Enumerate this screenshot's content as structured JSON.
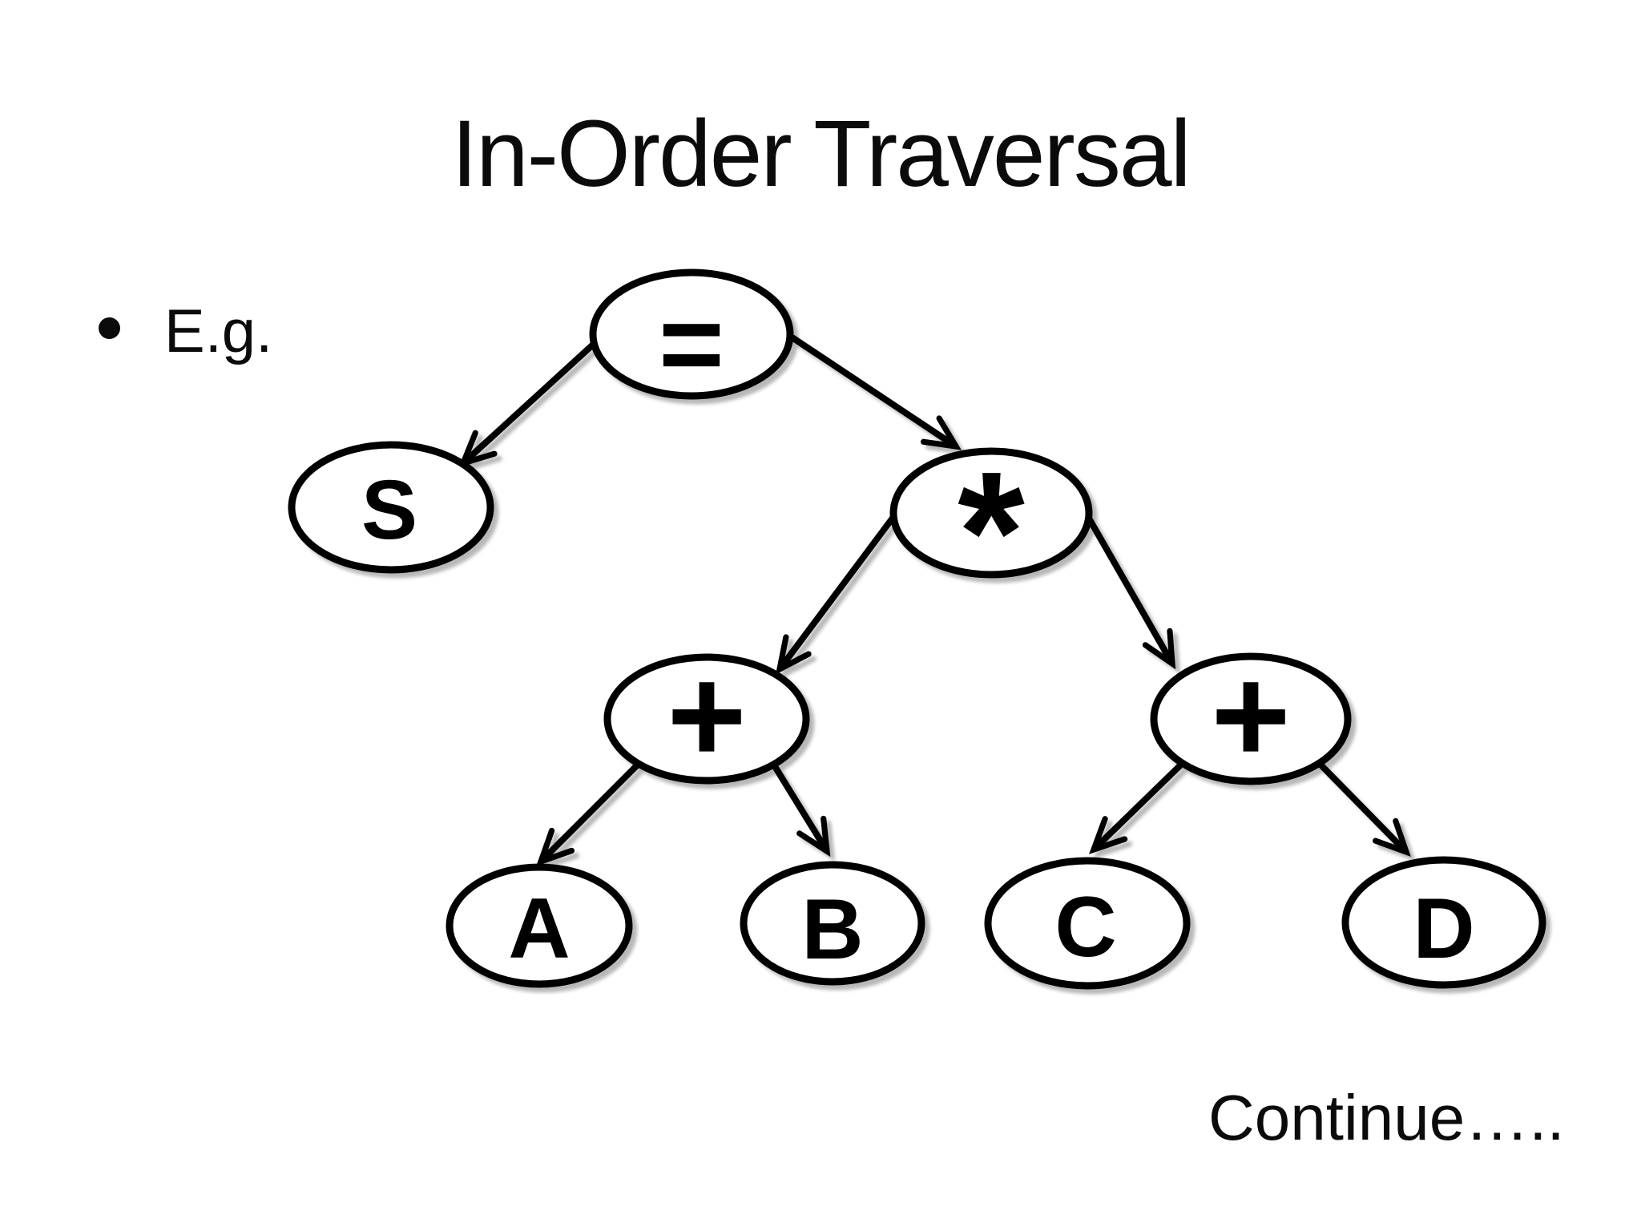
{
  "slide": {
    "title": "In-Order Traversal",
    "bullet": {
      "marker": "•",
      "text": "E.g."
    },
    "footer": {
      "continue_label": "Continue….."
    },
    "colors": {
      "ink": "#000000",
      "background": "#ffffff"
    }
  },
  "diagram": {
    "type": "expression-tree",
    "nodes": [
      {
        "id": "eq",
        "label": "=",
        "parent": null,
        "side": "root"
      },
      {
        "id": "s",
        "label": "S",
        "parent": "eq",
        "side": "left"
      },
      {
        "id": "mul",
        "label": "*",
        "parent": "eq",
        "side": "right"
      },
      {
        "id": "plusL",
        "label": "+",
        "parent": "mul",
        "side": "left"
      },
      {
        "id": "plusR",
        "label": "+",
        "parent": "mul",
        "side": "right"
      },
      {
        "id": "a",
        "label": "A",
        "parent": "plusL",
        "side": "left"
      },
      {
        "id": "b",
        "label": "B",
        "parent": "plusL",
        "side": "right"
      },
      {
        "id": "c",
        "label": "C",
        "parent": "plusR",
        "side": "left"
      },
      {
        "id": "d",
        "label": "D",
        "parent": "plusR",
        "side": "right"
      }
    ],
    "edges": [
      {
        "from": "eq",
        "to": "s"
      },
      {
        "from": "eq",
        "to": "mul"
      },
      {
        "from": "mul",
        "to": "plusL"
      },
      {
        "from": "mul",
        "to": "plusR"
      },
      {
        "from": "plusL",
        "to": "a"
      },
      {
        "from": "plusL",
        "to": "b"
      },
      {
        "from": "plusR",
        "to": "c"
      },
      {
        "from": "plusR",
        "to": "d"
      }
    ]
  }
}
